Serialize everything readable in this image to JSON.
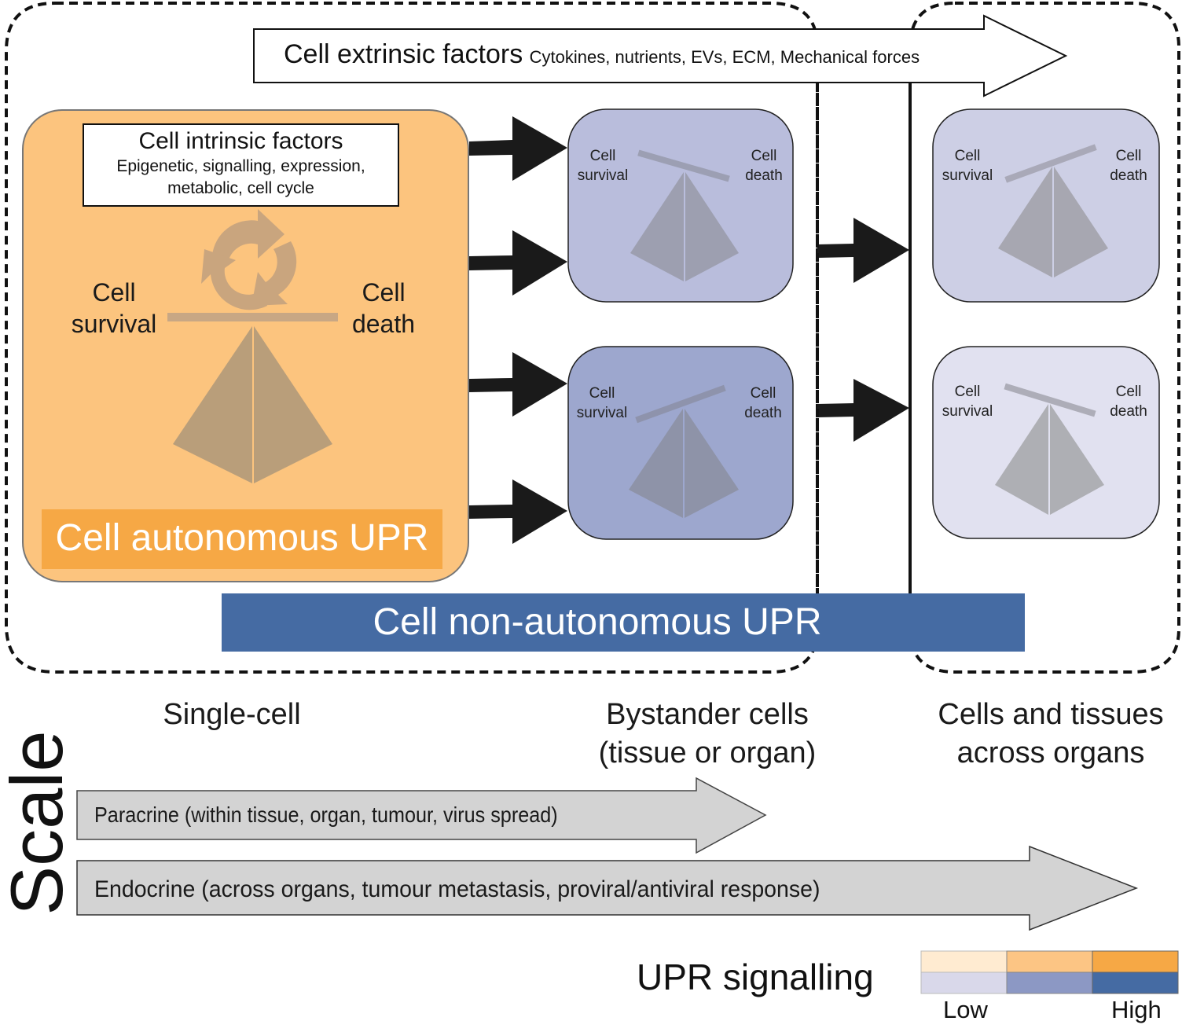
{
  "extrinsic": {
    "title": "Cell extrinsic factors",
    "subtitle": "Cytokines, nutrients, EVs, ECM, Mechanical forces"
  },
  "intrinsic": {
    "title": "Cell intrinsic factors",
    "line1": "Epigenetic, signalling, expression,",
    "line2": "metabolic, cell cycle"
  },
  "autonomous_cell": {
    "survival_line1": "Cell",
    "survival_line2": "survival",
    "death_line1": "Cell",
    "death_line2": "death",
    "banner": "Cell autonomous UPR",
    "icon": "cycle-arrows-icon",
    "fill": "#FCC47E",
    "banner_fill": "#F6A845"
  },
  "bystander_cells": [
    {
      "survival_line1": "Cell",
      "survival_line2": "survival",
      "death_line1": "Cell",
      "death_line2": "death",
      "tilt": "toward-death",
      "fill": "#B9BDDC"
    },
    {
      "survival_line1": "Cell",
      "survival_line2": "survival",
      "death_line1": "Cell",
      "death_line2": "death",
      "tilt": "toward-survival",
      "fill": "#9DA7CE"
    }
  ],
  "distant_cells": [
    {
      "survival_line1": "Cell",
      "survival_line2": "survival",
      "death_line1": "Cell",
      "death_line2": "death",
      "tilt": "toward-survival",
      "fill": "#CDCFE5"
    },
    {
      "survival_line1": "Cell",
      "survival_line2": "survival",
      "death_line1": "Cell",
      "death_line2": "death",
      "tilt": "toward-death",
      "fill": "#E1E1F0"
    }
  ],
  "non_autonomous_banner": {
    "label": "Cell non-autonomous UPR",
    "fill": "#456BA3"
  },
  "scale": {
    "axis_label": "Scale",
    "levels": [
      {
        "line1": "Single-cell",
        "line2": ""
      },
      {
        "line1": "Bystander cells",
        "line2": "(tissue or organ)"
      },
      {
        "line1": "Cells and tissues",
        "line2": "across organs"
      }
    ],
    "arrows": [
      {
        "label": "Paracrine (within tissue, organ, tumour, virus spread)"
      },
      {
        "label": "Endocrine (across organs, tumour metastasis, proviral/antiviral response)"
      }
    ]
  },
  "legend": {
    "title": "UPR signalling",
    "low": "Low",
    "high": "High",
    "orange_scale": [
      "#FFEBD1",
      "#FCC584",
      "#F6A845"
    ],
    "blue_scale": [
      "#D9D8EA",
      "#8C98C4",
      "#456BA3"
    ]
  }
}
